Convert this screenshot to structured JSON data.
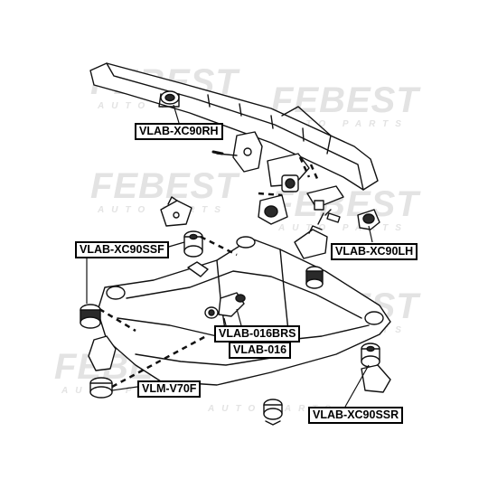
{
  "watermark": {
    "brand": "FEBEST",
    "subtitle": "AUTO PARTS"
  },
  "labels": {
    "vlab_xc90rh": "VLAB-XC90RH",
    "vlab_xc90lh": "VLAB-XC90LH",
    "vlab_xc90ssf": "VLAB-XC90SSF",
    "vlab_016brs": "VLAB-016BRS",
    "vlab_016": "VLAB-016",
    "vlm_v70f": "VLM-V70F",
    "vlab_xc90ssr": "VLAB-XC90SSR"
  },
  "colors": {
    "line": "#111111",
    "part_fill": "#ffffff",
    "bushing_fill": "#2a2a2a",
    "watermark": "#e3e3e3"
  }
}
